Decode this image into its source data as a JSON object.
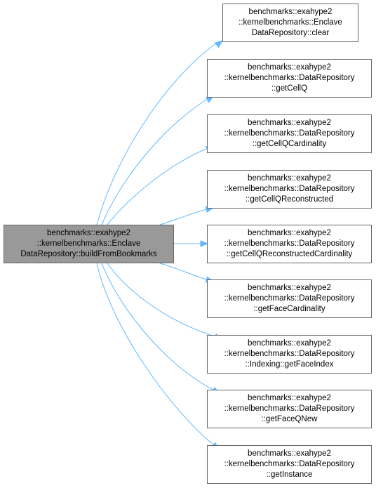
{
  "colors": {
    "edge": "#63b8ff",
    "node_border": "#666666",
    "source_fill": "#999999",
    "target_fill": "#ffffff"
  },
  "source": {
    "lines": [
      "benchmarks::exahype2",
      "::kernelbenchmarks::Enclave",
      "DataRepository::buildFromBookmarks"
    ]
  },
  "targets": [
    {
      "lines": [
        "benchmarks::exahype2",
        "::kernelbenchmarks::Enclave",
        "DataRepository::clear"
      ]
    },
    {
      "lines": [
        "benchmarks::exahype2",
        "::kernelbenchmarks::DataRepository",
        "::getCellQ"
      ]
    },
    {
      "lines": [
        "benchmarks::exahype2",
        "::kernelbenchmarks::DataRepository",
        "::getCellQCardinality"
      ]
    },
    {
      "lines": [
        "benchmarks::exahype2",
        "::kernelbenchmarks::DataRepository",
        "::getCellQReconstructed"
      ]
    },
    {
      "lines": [
        "benchmarks::exahype2",
        "::kernelbenchmarks::DataRepository",
        "::getCellQReconstructedCardinality"
      ]
    },
    {
      "lines": [
        "benchmarks::exahype2",
        "::kernelbenchmarks::DataRepository",
        "::getFaceCardinality"
      ]
    },
    {
      "lines": [
        "benchmarks::exahype2",
        "::kernelbenchmarks::DataRepository",
        "::Indexing::getFaceIndex"
      ]
    },
    {
      "lines": [
        "benchmarks::exahype2",
        "::kernelbenchmarks::DataRepository",
        "::getFaceQNew"
      ]
    },
    {
      "lines": [
        "benchmarks::exahype2",
        "::kernelbenchmarks::DataRepository",
        "::getInstance"
      ]
    }
  ]
}
